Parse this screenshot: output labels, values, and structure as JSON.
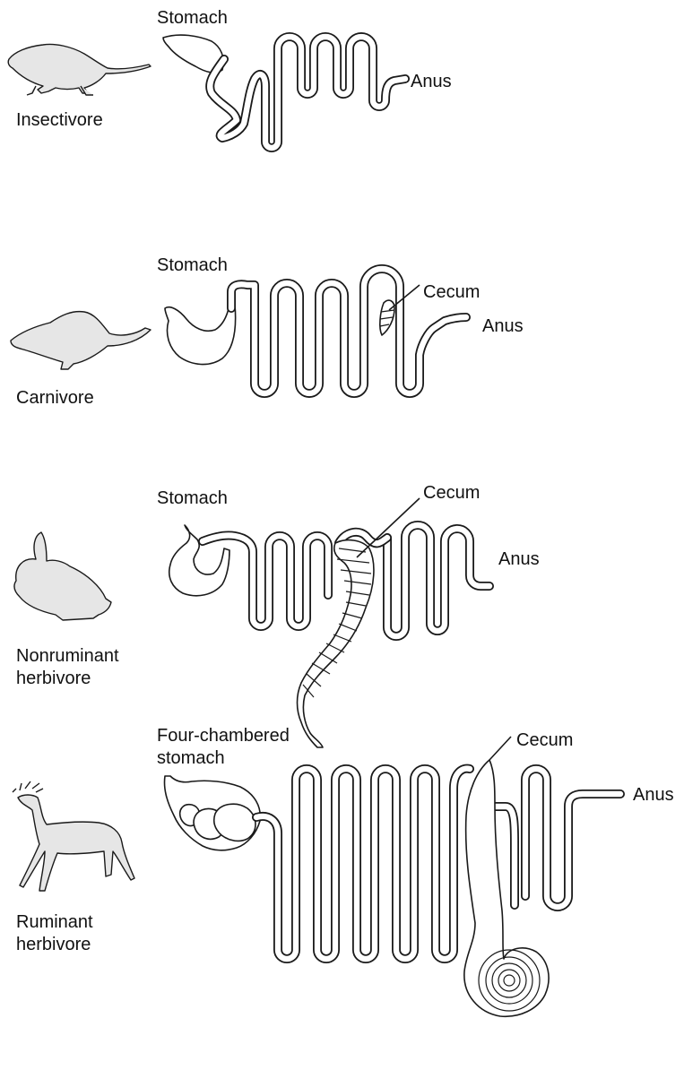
{
  "panels": [
    {
      "animal": "Insectivore",
      "labels": {
        "stomach": "Stomach",
        "anus": "Anus"
      }
    },
    {
      "animal": "Carnivore",
      "labels": {
        "stomach": "Stomach",
        "cecum": "Cecum",
        "anus": "Anus"
      }
    },
    {
      "animal_line1": "Nonruminant",
      "animal_line2": "herbivore",
      "labels": {
        "stomach": "Stomach",
        "cecum": "Cecum",
        "anus": "Anus"
      }
    },
    {
      "animal_line1": "Ruminant",
      "animal_line2": "herbivore",
      "labels": {
        "stomach_line1": "Four-chambered",
        "stomach_line2": "stomach",
        "cecum": "Cecum",
        "anus": "Anus"
      }
    }
  ],
  "colors": {
    "stroke": "#1a1a1a",
    "animal_fill": "#e6e6e6",
    "background": "#ffffff"
  },
  "icons": [
    "shrew-silhouette",
    "cat-silhouette",
    "rabbit-silhouette",
    "deer-silhouette"
  ]
}
